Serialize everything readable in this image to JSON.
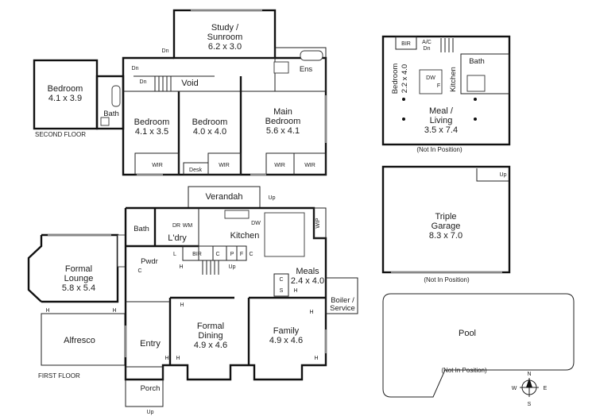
{
  "plan": {
    "floor_labels": {
      "second": "SECOND FLOOR",
      "first": "FIRST FLOOR"
    },
    "rooms": {
      "study": {
        "name": "Study /",
        "name2": "Sunroom",
        "dims": "6.2 x 3.0"
      },
      "bed_w": {
        "name": "Bedroom",
        "dims": "4.1 x 3.9"
      },
      "bed_a": {
        "name": "Bedroom",
        "dims": "4.1 x 3.5"
      },
      "bed_b": {
        "name": "Bedroom",
        "dims": "4.0 x 4.0"
      },
      "main_bed": {
        "name": "Main",
        "name2": "Bedroom",
        "dims": "5.6 x 4.1"
      },
      "void": "Void",
      "bath2": "Bath",
      "ens": "Ens",
      "desk": "Desk",
      "wir": "WIR",
      "verandah": "Verandah",
      "bath1": "Bath",
      "ldry": "L'dry",
      "kitchen": "Kitchen",
      "wip": "WIP",
      "bir": "BIR",
      "pwdr": "Pwdr",
      "formal_lounge": {
        "name": "Formal",
        "name2": "Lounge",
        "dims": "5.8 x 5.4"
      },
      "meals": {
        "name": "Meals",
        "dims": "2.4 x 4.0"
      },
      "boiler": {
        "name": "Boiler /",
        "name2": "Service"
      },
      "alfresco": "Alfresco",
      "entry": "Entry",
      "formal_dining": {
        "name": "Formal",
        "name2": "Dining",
        "dims": "4.9 x 4.6"
      },
      "family": {
        "name": "Family",
        "dims": "4.9 x 4.6"
      },
      "porch": "Porch"
    },
    "codes": {
      "dn": "Dn",
      "up": "Up",
      "h": "H",
      "c": "C",
      "l": "L",
      "p": "P",
      "f": "F",
      "s": "S",
      "dr": "DR",
      "wm": "WM",
      "dw": "DW",
      "ac": "A/C"
    },
    "studio": {
      "bir": "BIR",
      "bedroom": {
        "name": "Bedroom",
        "dims": "2.2 x 4.0"
      },
      "kitchen": "Kitchen",
      "bath": "Bath",
      "meal_living": {
        "name": "Meal /",
        "name2": "Living",
        "dims": "3.5 x 7.4"
      },
      "note": "(Not In Position)"
    },
    "garage": {
      "name": "Triple",
      "name2": "Garage",
      "dims": "8.3 x 7.0",
      "note": "(Not In Position)"
    },
    "pool": {
      "name": "Pool",
      "note": "(Not In Position)"
    },
    "compass": {
      "n": "N",
      "s": "S",
      "e": "E",
      "w": "W"
    }
  }
}
